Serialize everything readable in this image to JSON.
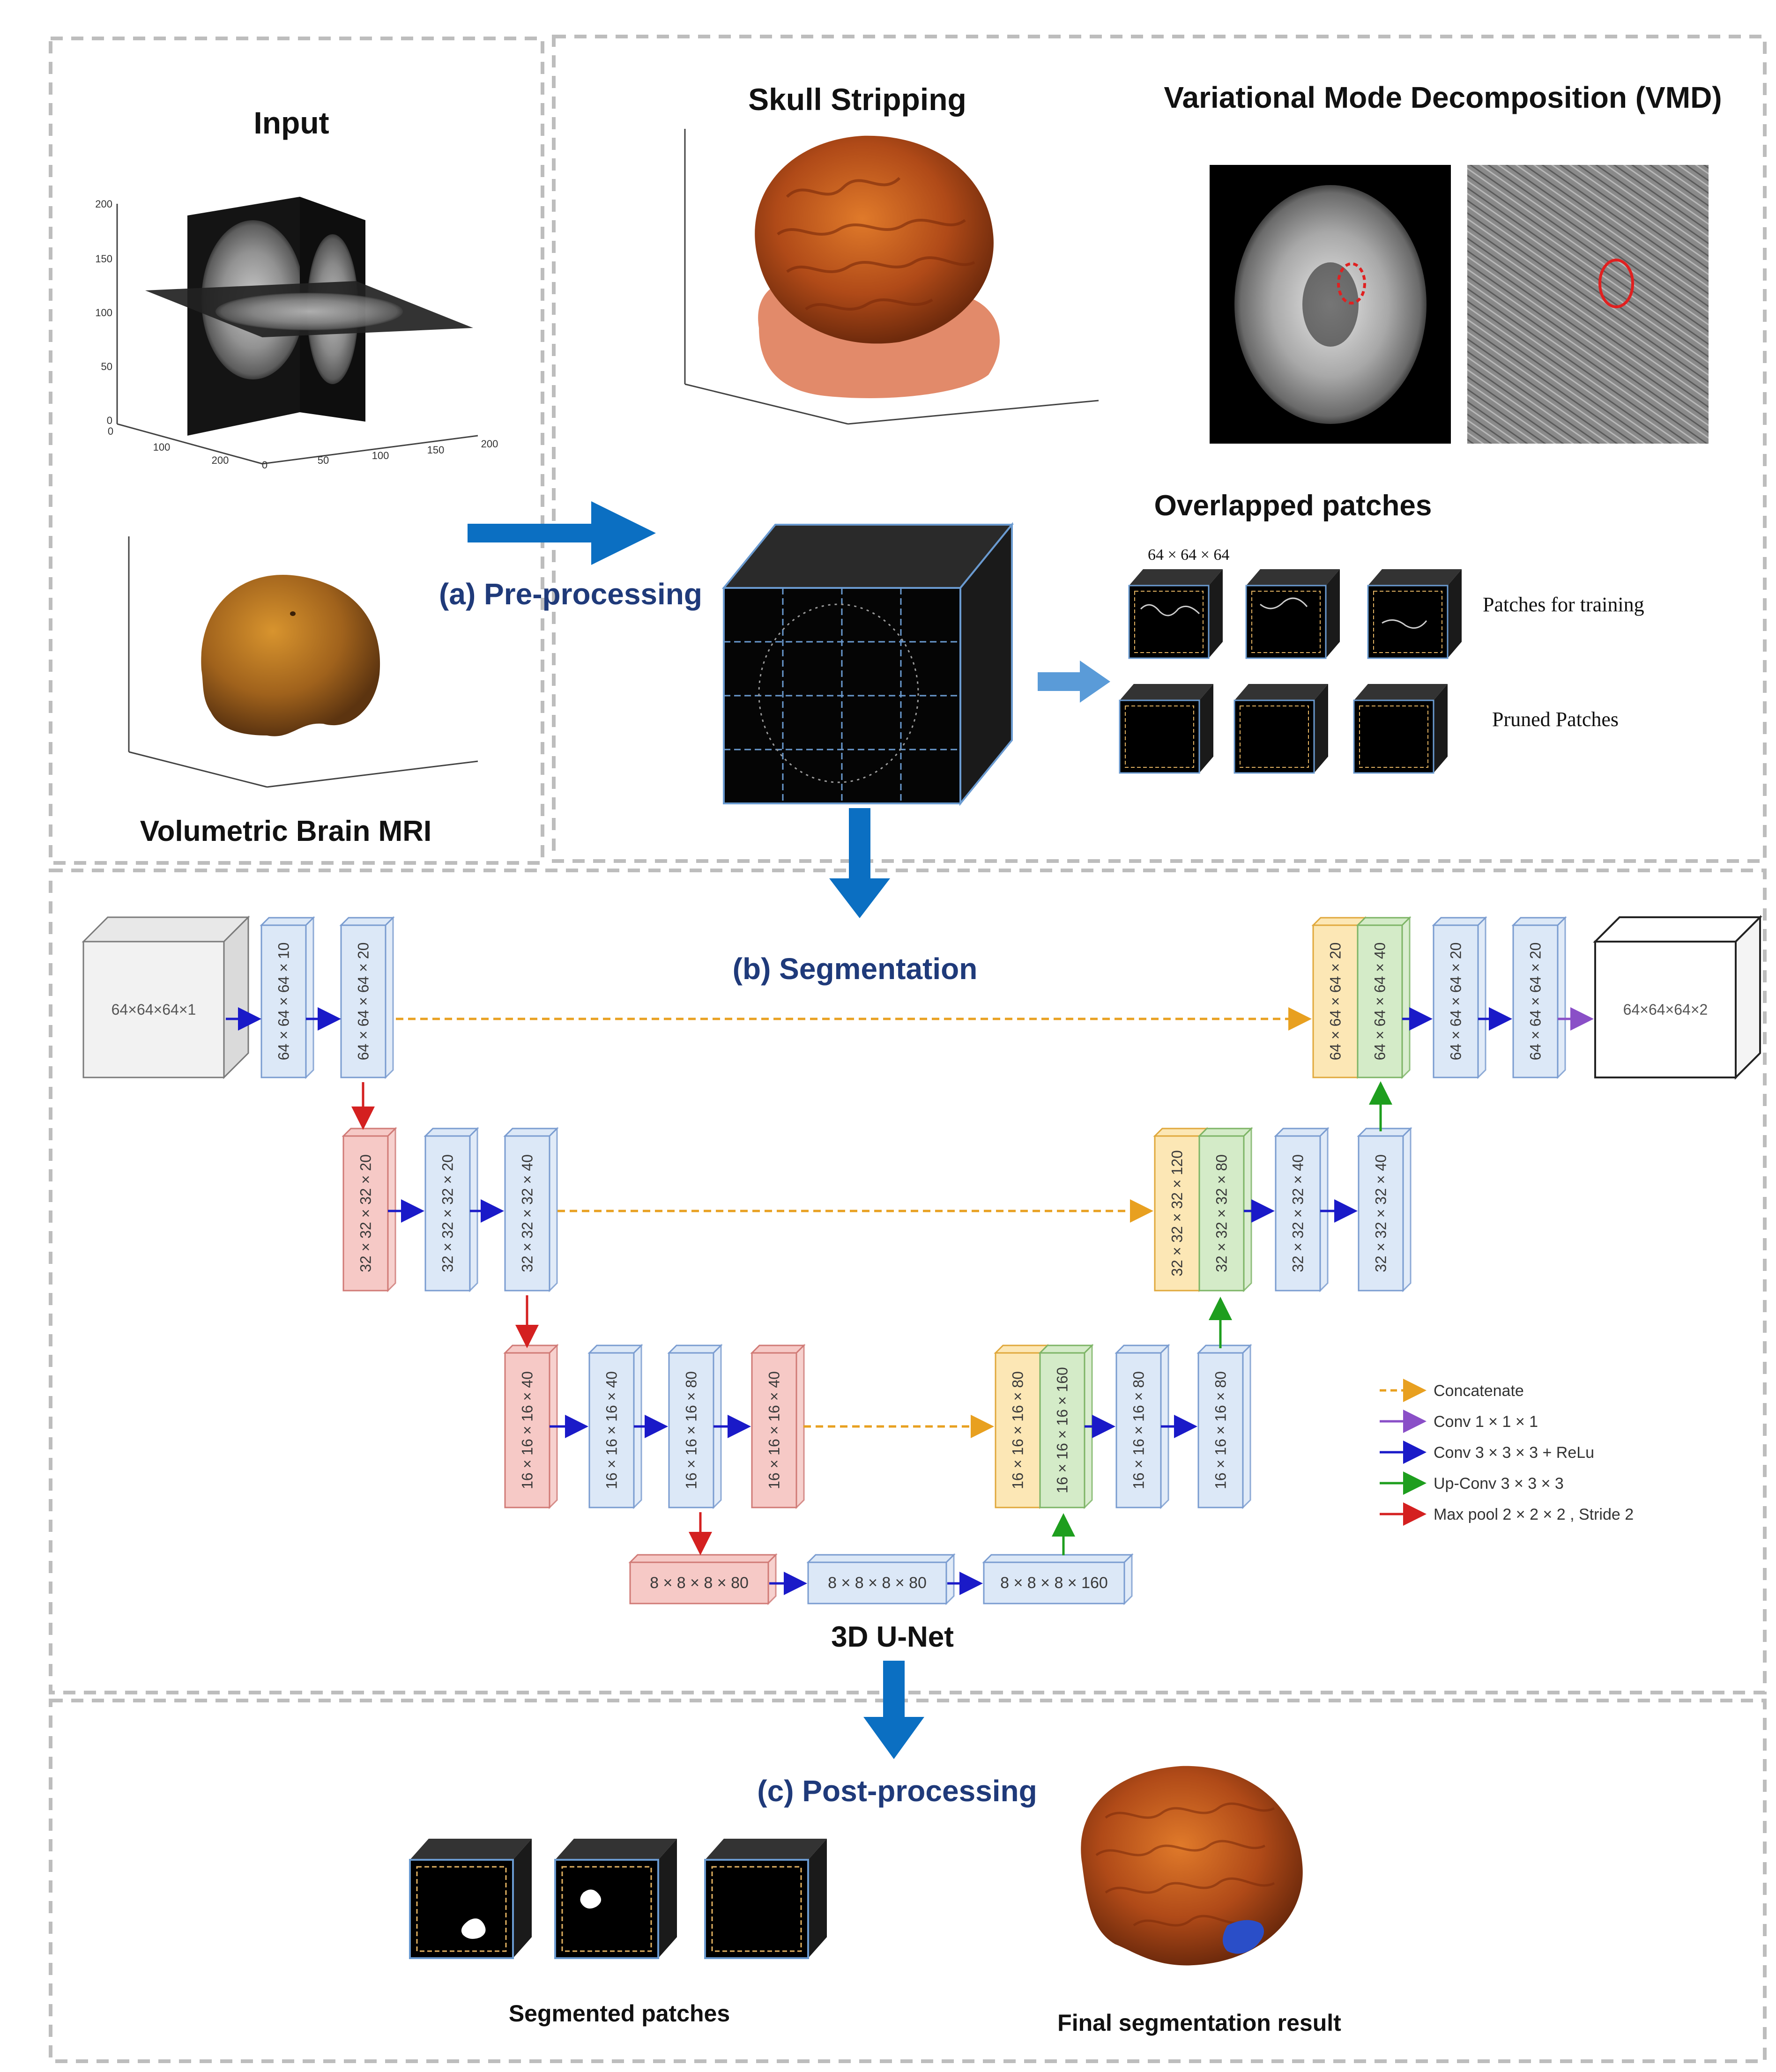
{
  "panels": {
    "input_title": "Input",
    "input_caption": "Volumetric Brain MRI",
    "skull_title": "Skull Stripping",
    "vmd_title": "Variational Mode Decomposition (VMD)",
    "overlap_title": "Overlapped patches",
    "patch_size": "64 × 64 × 64",
    "patches_training": "Patches for training",
    "pruned_patches": "Pruned Patches",
    "preprocessing": "(a) Pre-processing",
    "segmentation": "(b) Segmentation",
    "unet_title": "3D U-Net",
    "postprocessing": "(c) Post-processing",
    "segmented_patches": "Segmented patches",
    "final_result": "Final segmentation result"
  },
  "plots": {
    "input_ticks_z": [
      "200",
      "150",
      "100",
      "50",
      "0"
    ],
    "input_ticks_x": [
      "0",
      "100",
      "200"
    ],
    "input_ticks_y": [
      "0",
      "50",
      "100",
      "150",
      "200"
    ]
  },
  "unet": {
    "input_block": "64×64×64×1",
    "output_block": "64×64×64×2",
    "enc1": [
      "64 × 64 × 64 × 10",
      "64 × 64 × 64 × 20"
    ],
    "enc2": [
      "32 × 32 × 32 × 20",
      "32 × 32 × 32 × 20",
      "32 × 32 × 32 × 40"
    ],
    "enc3": [
      "16 × 16 × 16 × 40",
      "16 × 16 × 16 × 40",
      "16 × 16 × 16 × 80",
      "16 × 16 × 16 × 40"
    ],
    "bottom": [
      "8 × 8 × 8 × 80",
      "8 × 8 × 8 × 80",
      "8 × 8 × 8 × 160"
    ],
    "dec3": [
      "16 × 16 × 16 × 80",
      "16 × 16 × 16 × 160",
      "16 × 16 × 16 × 80",
      "16 × 16 × 16 × 80"
    ],
    "dec2": [
      "32 × 32 × 32 × 120",
      "32 × 32 × 32 × 80",
      "32 × 32 × 32 × 40",
      "32 × 32 × 32 × 40"
    ],
    "dec1": [
      "64 × 64 × 64 × 20",
      "64 × 64 × 64 × 40",
      "64 × 64 × 64 × 20",
      "64 × 64 × 64 × 20"
    ]
  },
  "legend": [
    {
      "label": "Concatenate",
      "color": "#E8A020"
    },
    {
      "label": "Conv 1 × 1 × 1",
      "color": "#8A4FC7"
    },
    {
      "label": "Conv 3 × 3 × 3  + ReLu",
      "color": "#1A1AC8"
    },
    {
      "label": "Up-Conv 3 × 3 × 3",
      "color": "#1E9E1E"
    },
    {
      "label": "Max pool 2 × 2 × 2 , Stride 2",
      "color": "#D42020"
    }
  ],
  "colors": {
    "accent_blue": "#0B6FC2",
    "title_navy": "#1F3A7A",
    "block_blue_fill": "#DCE8F7",
    "block_blue_stroke": "#7A9CD0",
    "block_red_fill": "#F6C9C6",
    "block_red_stroke": "#D07A76",
    "block_orange_fill": "#FCE7B5",
    "block_orange_stroke": "#E0A83C",
    "block_green_fill": "#D4EBC8",
    "block_green_stroke": "#7DB466"
  }
}
